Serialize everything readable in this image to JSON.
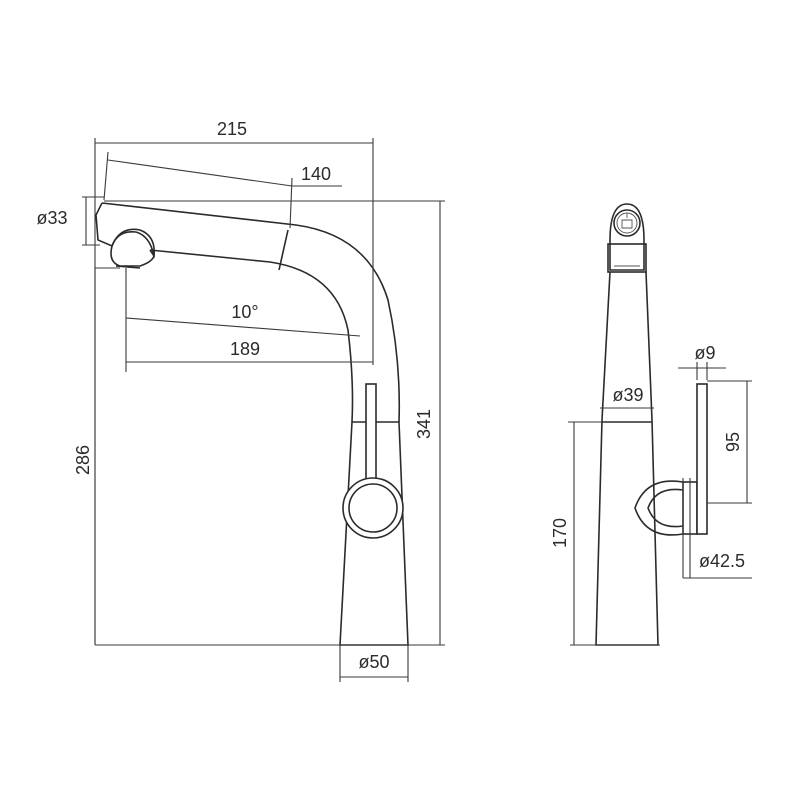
{
  "front_view": {
    "dim_215": "215",
    "dim_140": "140",
    "dim_33": "ø33",
    "dim_angle": "10°",
    "dim_189": "189",
    "dim_286": "286",
    "dim_341": "341",
    "dim_50": "ø50"
  },
  "side_view": {
    "dim_9": "ø9",
    "dim_39": "ø39",
    "dim_95": "95",
    "dim_170": "170",
    "dim_42_5": "ø42.5"
  }
}
